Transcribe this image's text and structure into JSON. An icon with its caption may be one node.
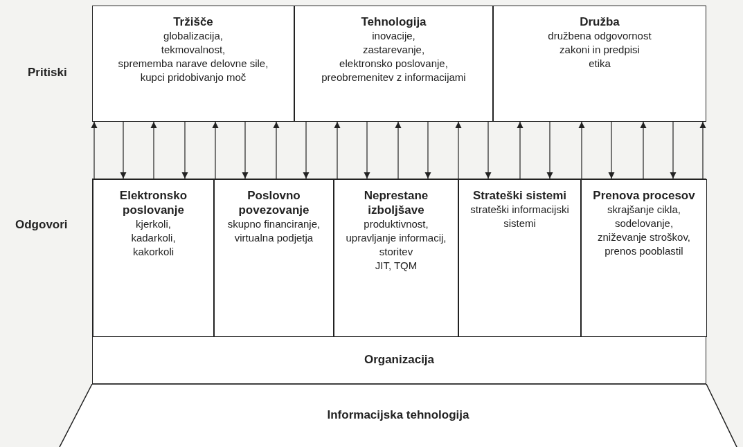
{
  "diagram": {
    "nodes": [
      {
        "text": [
          "Tržišče",
          "globalizacija,",
          "tekmovalnost,",
          "sprememba narave delovne sile,",
          "kupci pridobivanjo moč"
        ]
      },
      {
        "text": [
          "Tehnologija",
          "inovacije,",
          "zastarevanje,",
          "elektronsko poslovanje,",
          "preobremenitev z informacijami"
        ]
      },
      {
        "text": [
          "Družba",
          "družbena odgovornost",
          "zakoni in predpisi",
          "etika"
        ]
      },
      {
        "text": [
          "Organizacija"
        ]
      },
      {
        "text": [
          "Elektronsko poslovanje",
          "kjerkoli,",
          "kadarkoli,",
          "kakorkoli"
        ],
        "in": 3
      },
      {
        "text": [
          "Poslovno povezovanje",
          "skupno financiranje,",
          "virtualna podjetja"
        ],
        "in": 3
      },
      {
        "text": [
          "Neprestane izboljšave",
          "produktivnost,",
          "upravljanje informacij,",
          "storitev",
          "JIT, TQM"
        ],
        "in": 3
      },
      {
        "text": [
          "Strateški sistemi",
          "strateški informacijski sistemi"
        ],
        "in": 3
      },
      {
        "text": [
          "Prenova procesov",
          "skrajšanje cikla,",
          "sodelovanje,",
          "zniževanje stroškov,",
          "prenos pooblastil"
        ],
        "in": 3
      },
      {
        "text": [
          "Informacijska tehnologija"
        ]
      }
    ],
    "edges": [
      {
        "from": 4,
        "to": 0,
        "arrow": "to"
      },
      {
        "from": 0,
        "to": 4,
        "arrow": "to"
      },
      {
        "from": 4,
        "to": 0,
        "arrow": "to"
      },
      {
        "from": 0,
        "to": 4,
        "arrow": "to"
      },
      {
        "from": 5,
        "to": 0,
        "arrow": "to"
      },
      {
        "from": 0,
        "to": 5,
        "arrow": "to"
      },
      {
        "from": 5,
        "to": 0,
        "arrow": "to"
      },
      {
        "from": 1,
        "to": 5,
        "arrow": "to"
      },
      {
        "from": 6,
        "to": 1,
        "arrow": "to"
      },
      {
        "from": 1,
        "to": 6,
        "arrow": "to"
      },
      {
        "from": 6,
        "to": 1,
        "arrow": "to"
      },
      {
        "from": 1,
        "to": 6,
        "arrow": "to"
      },
      {
        "from": 7,
        "to": 1,
        "arrow": "to"
      },
      {
        "from": 1,
        "to": 7,
        "arrow": "to"
      },
      {
        "from": 7,
        "to": 2,
        "arrow": "to"
      },
      {
        "from": 2,
        "to": 7,
        "arrow": "to"
      },
      {
        "from": 8,
        "to": 2,
        "arrow": "to"
      },
      {
        "from": 2,
        "to": 8,
        "arrow": "to"
      },
      {
        "from": 8,
        "to": 2,
        "arrow": "to"
      },
      {
        "from": 2,
        "to": 8,
        "arrow": "to"
      },
      {
        "from": 8,
        "to": 2,
        "arrow": "to"
      }
    ],
    "labels": [
      "Pritiski",
      "Odgovori"
    ]
  }
}
